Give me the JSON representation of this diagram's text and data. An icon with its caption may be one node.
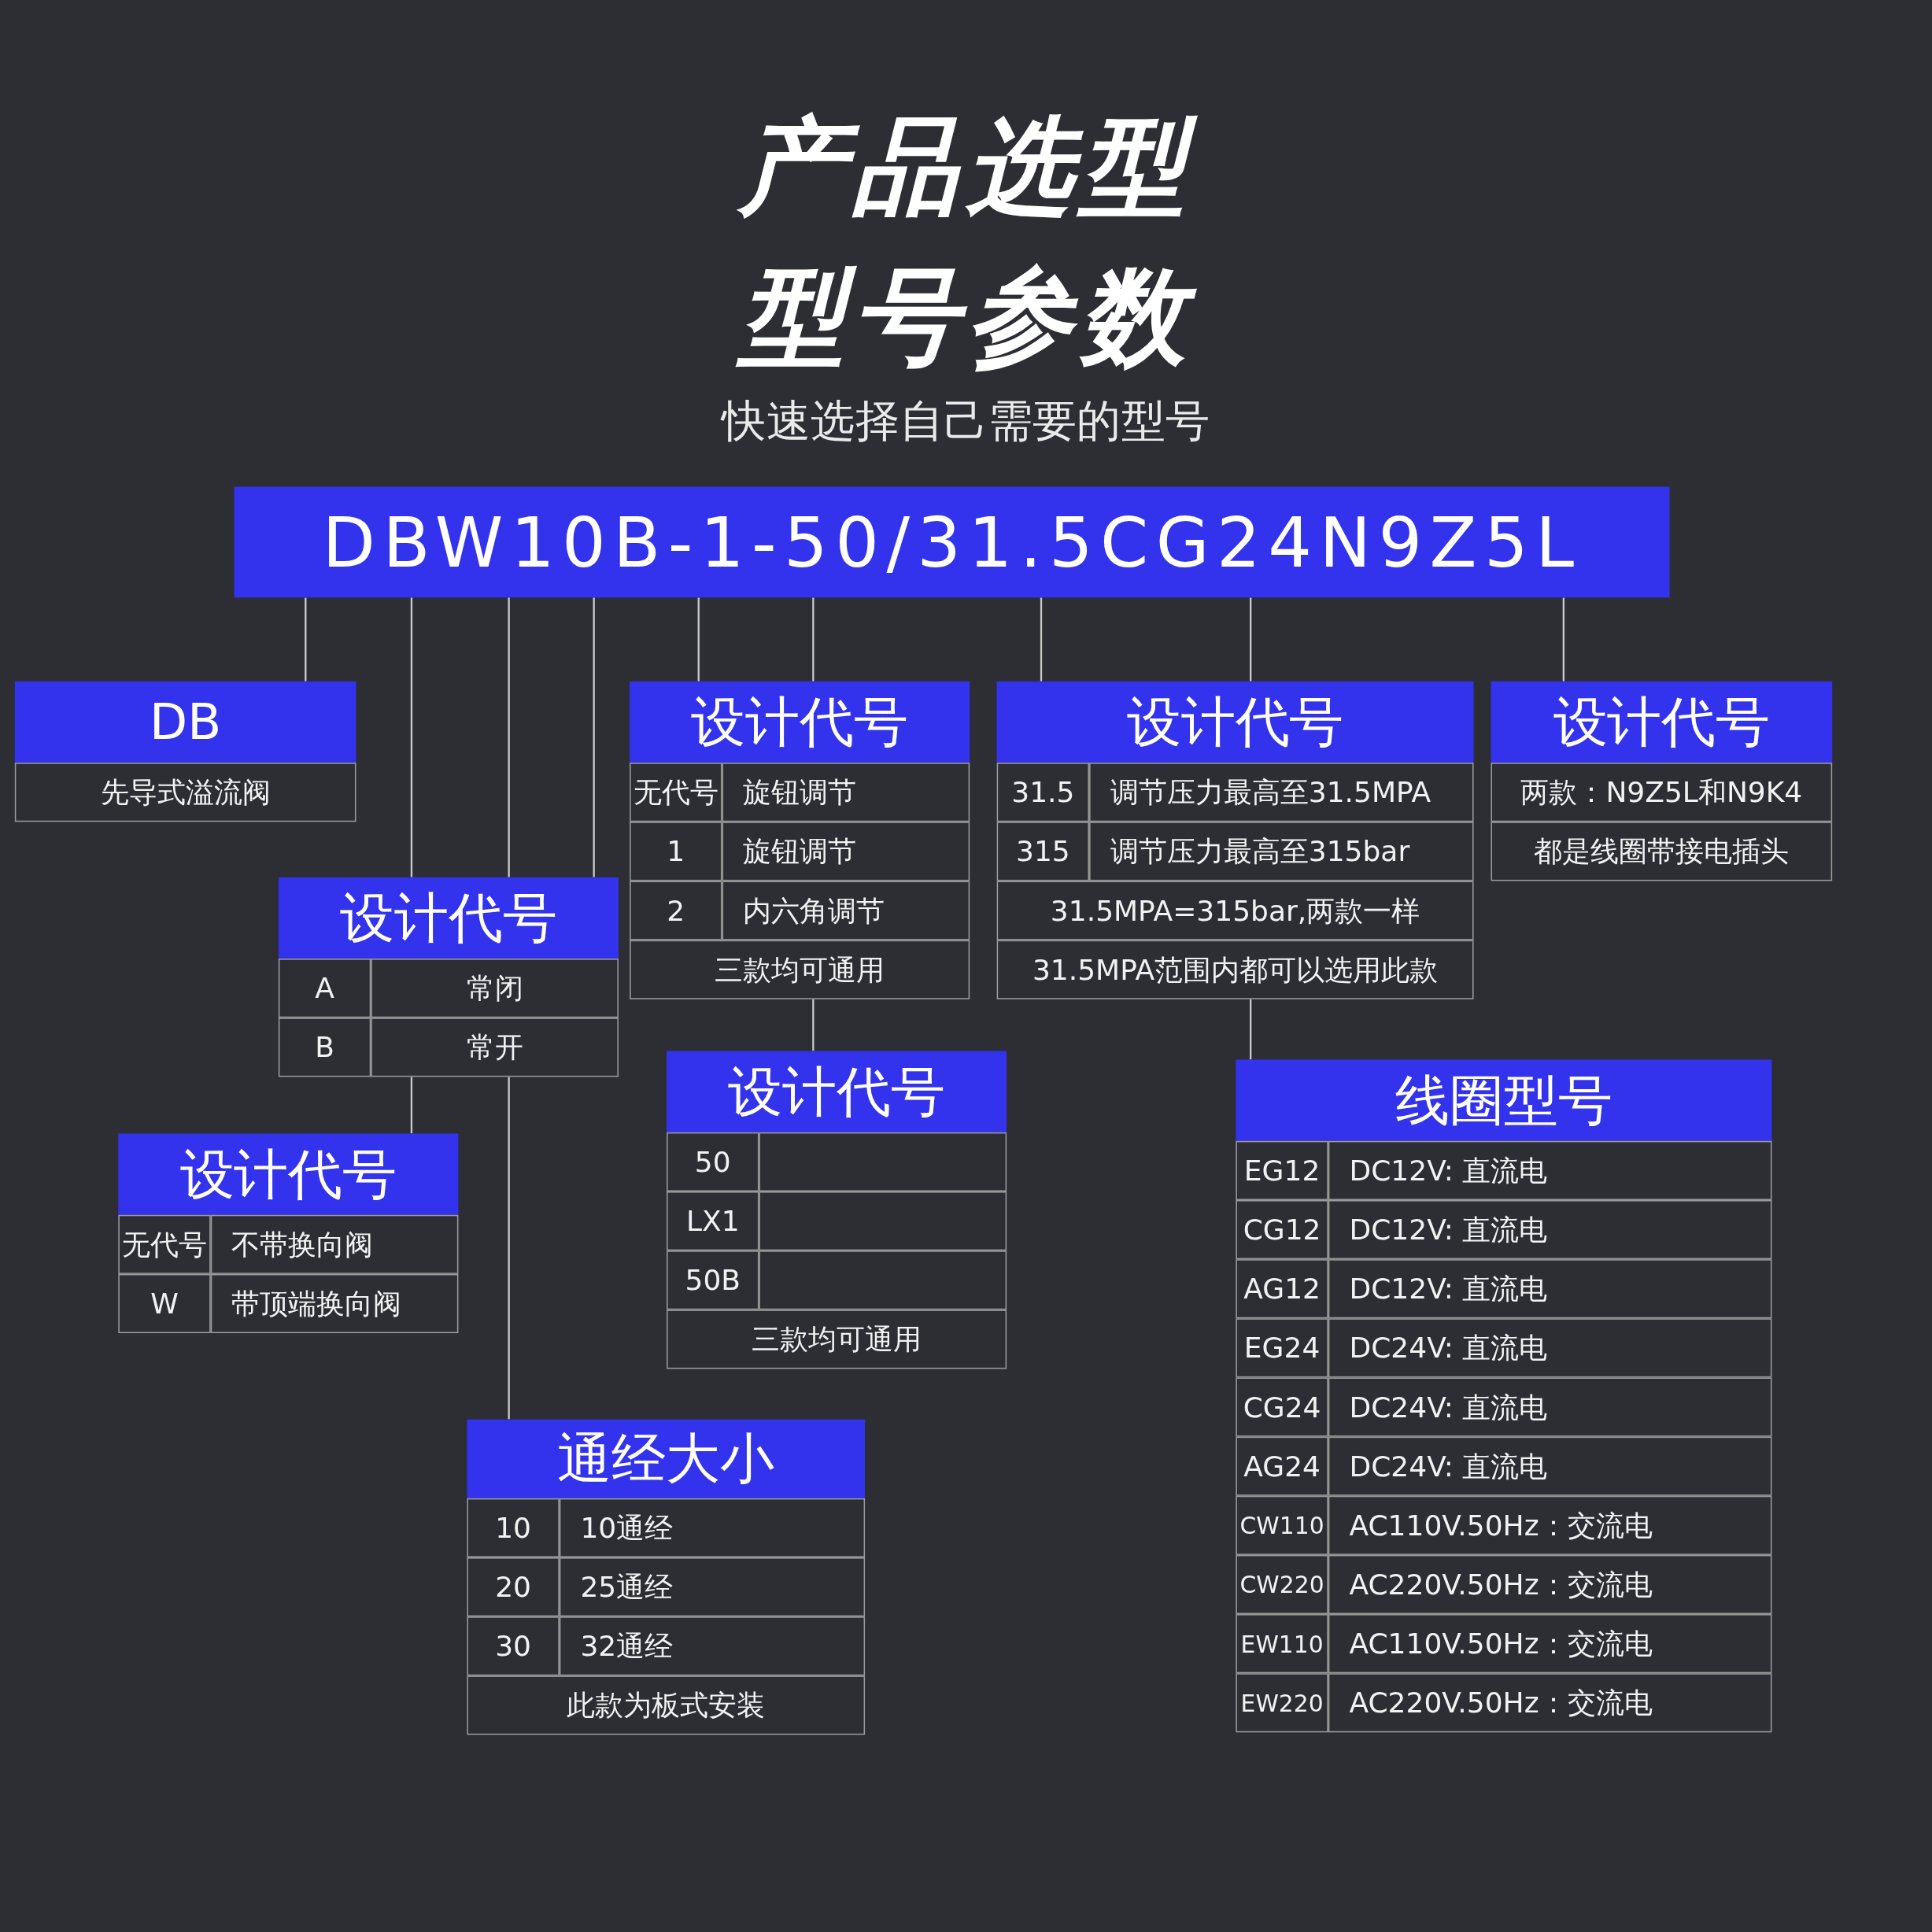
{
  "diagram": {
    "title": "产品选型",
    "nodes": [
      {
        "text": [
          "DBW10B-1-50/31.5CG24N9Z5L"
        ]
      },
      {
        "text": [
          "DB",
          "先导式溢流阀"
        ]
      },
      {
        "text": [
          "设计代号",
          "无代号",
          "旋钮调节",
          "1",
          "旋钮调节",
          "2",
          "内六角调节",
          "三款均可通用"
        ]
      },
      {
        "text": [
          "设计代号",
          "31.5",
          "调节压力最高至31.5MPA",
          "315",
          "调节压力最高至315bar",
          "31.5MPA=315bar,两款一样",
          "31.5MPA范围内都可以选用此款"
        ]
      },
      {
        "text": [
          "设计代号",
          "两款：N9Z5L和N9K4",
          "都是线圈带接电插头"
        ]
      },
      {
        "text": [
          "设计代号",
          "A",
          "常闭",
          "B",
          "常开"
        ]
      },
      {
        "text": [
          "设计代号",
          "50",
          "LX1",
          "50B",
          "三款均可通用"
        ]
      },
      {
        "text": [
          "线圈型号",
          "EG12",
          "DC12V: 直流电",
          "CG12",
          "DC12V: 直流电",
          "AG12",
          "DC12V: 直流电",
          "EG24",
          "DC24V: 直流电",
          "CG24",
          "DC24V: 直流电",
          "AG24",
          "DC24V: 直流电",
          "CW110",
          "AC110V.50Hz：交流电",
          "CW220",
          "AC220V.50Hz：交流电",
          "EW110",
          "AC110V.50Hz：交流电",
          "EW220",
          "AC220V.50Hz：交流电"
        ]
      },
      {
        "text": [
          "设计代号",
          "无代号",
          "不带换向阀",
          "W",
          "带顶端换向阀"
        ]
      },
      {
        "text": [
          "通经大小",
          "10",
          "10通经",
          "20",
          "25通经",
          "30",
          "32通经",
          "此款为板式安装"
        ]
      }
    ],
    "edges": [
      {
        "from": 0,
        "to": 1,
        "arrow": "none"
      },
      {
        "from": 0,
        "to": 5,
        "arrow": "none"
      },
      {
        "from": 0,
        "to": 5,
        "arrow": "none"
      },
      {
        "from": 0,
        "to": 5,
        "arrow": "none"
      },
      {
        "from": 5,
        "to": 8,
        "arrow": "none"
      },
      {
        "from": 5,
        "to": 9,
        "arrow": "none"
      },
      {
        "from": 0,
        "to": 2,
        "arrow": "none"
      },
      {
        "from": 0,
        "to": 2,
        "arrow": "none"
      },
      {
        "from": 2,
        "to": 6,
        "arrow": "none"
      },
      {
        "from": 0,
        "to": 3,
        "arrow": "none"
      },
      {
        "from": 0,
        "to": 3,
        "arrow": "none"
      },
      {
        "from": 3,
        "to": 7,
        "arrow": "none"
      },
      {
        "from": 0,
        "to": 4,
        "arrow": "none"
      }
    ],
    "labels": [
      "型号参数",
      "快速选择自己需要的型号"
    ]
  }
}
